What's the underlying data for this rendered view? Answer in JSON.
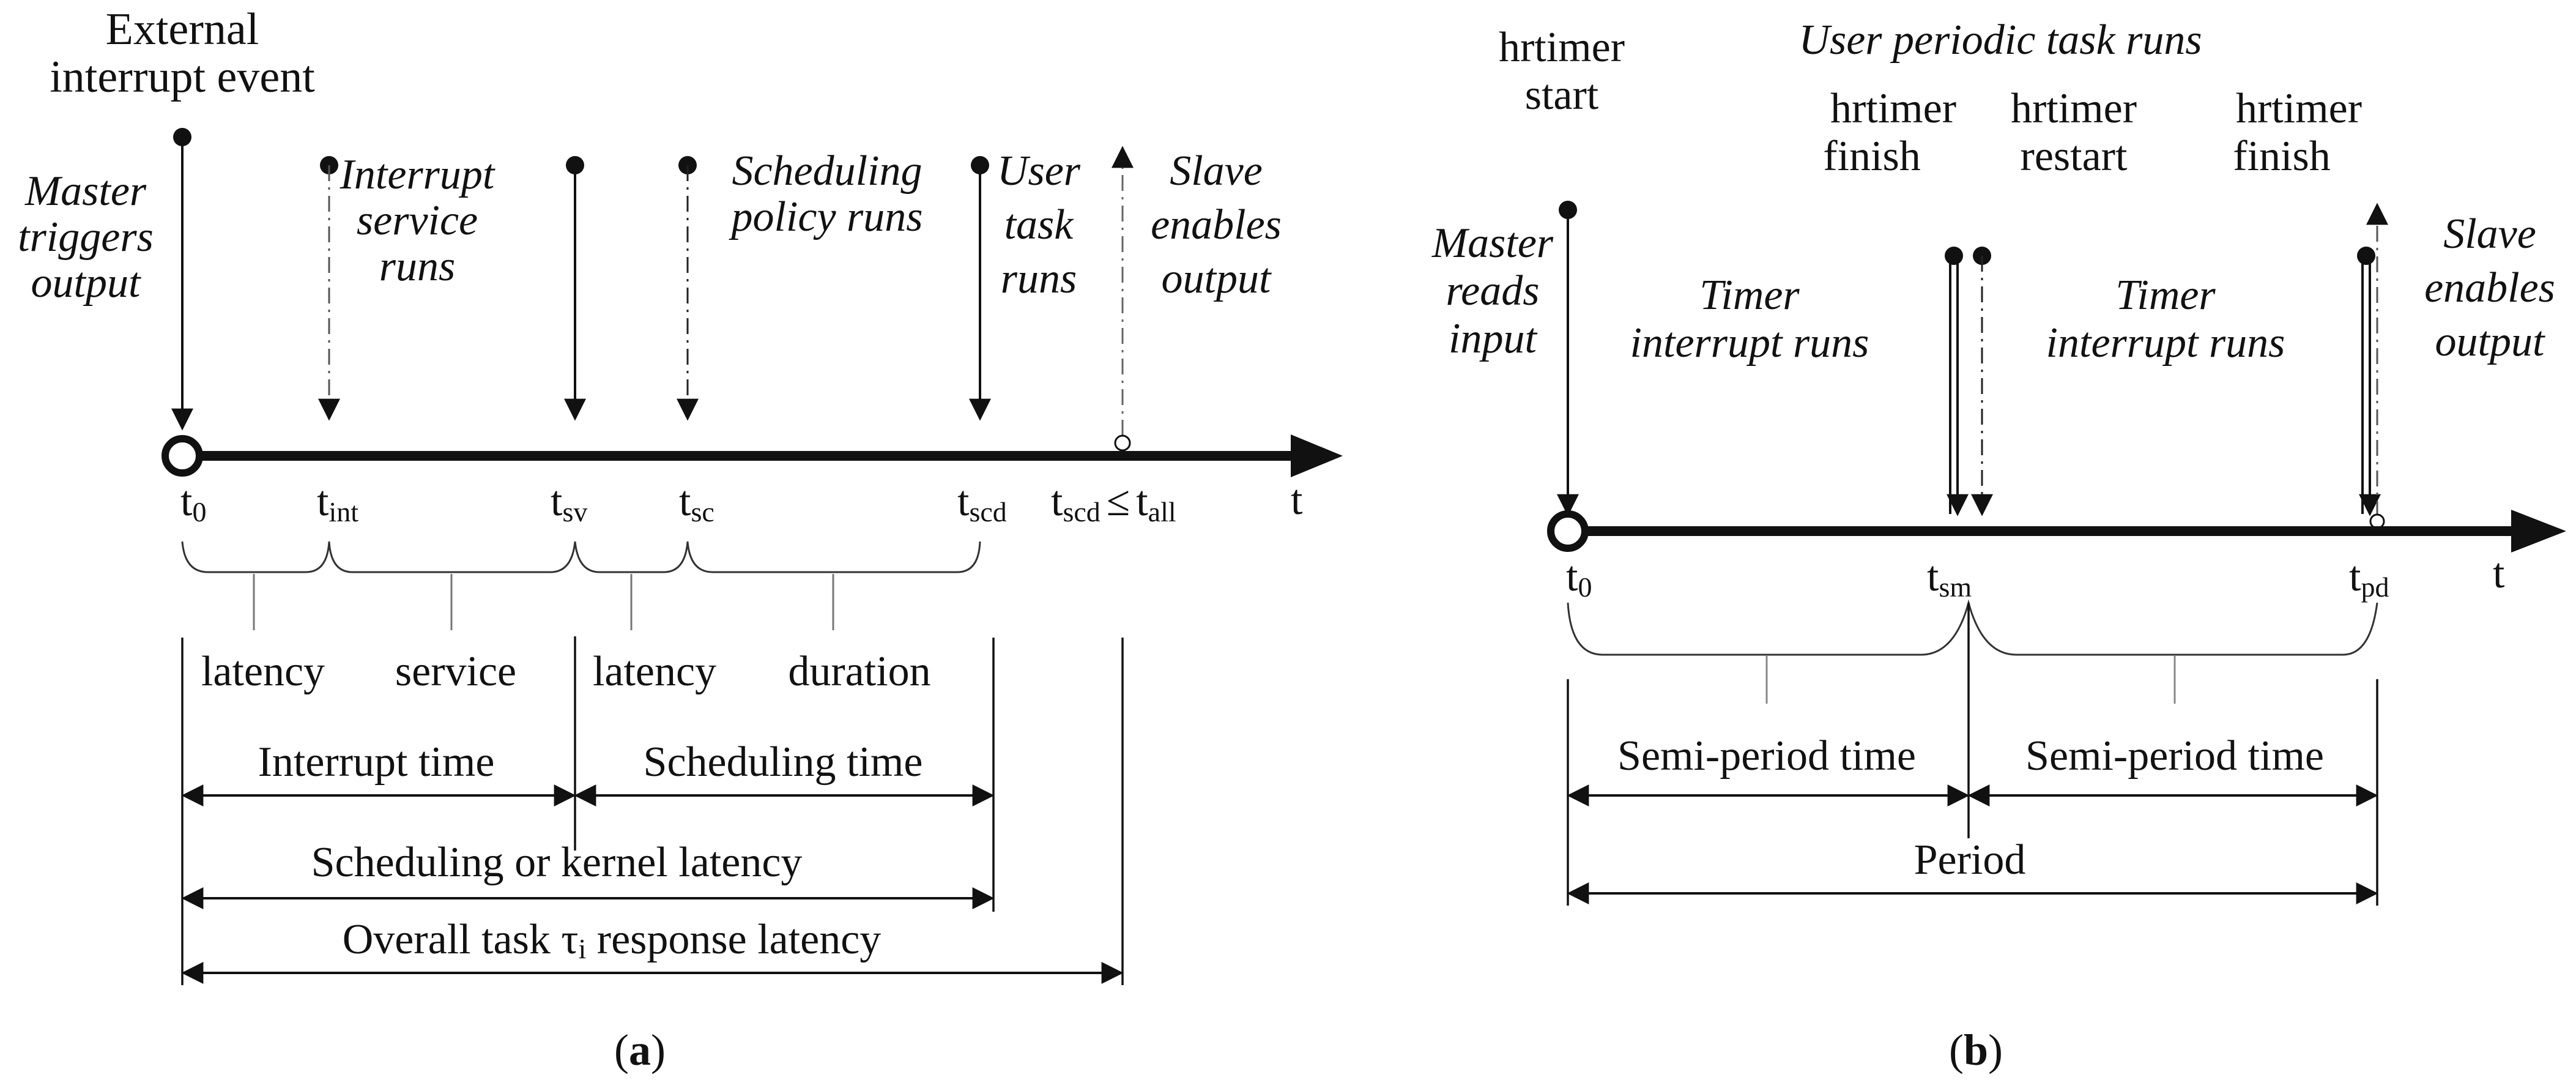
{
  "panel_a": {
    "caption_open": "(",
    "caption_letter": "a",
    "caption_close": ")",
    "axis_t": "t",
    "top_label": [
      "External",
      "interrupt event"
    ],
    "events": {
      "master_triggers": [
        "Master",
        "triggers",
        "output"
      ],
      "interrupt_service": [
        "Interrupt",
        "service",
        "runs"
      ],
      "scheduling_policy": [
        "Scheduling",
        "policy runs"
      ],
      "user_task": [
        "User",
        "task",
        "runs"
      ],
      "slave_enables": [
        "Slave",
        "enables",
        "output"
      ]
    },
    "ticks": {
      "t0": {
        "base": "t",
        "sub": "0"
      },
      "tint": {
        "base": "t",
        "sub": "int"
      },
      "tsv": {
        "base": "t",
        "sub": "sv"
      },
      "tsc": {
        "base": "t",
        "sub": "sc"
      },
      "tscd": {
        "base": "t",
        "sub": "scd"
      },
      "tall_lhs": {
        "base": "t",
        "sub": "scd"
      },
      "tall_op": "≤",
      "tall_rhs": {
        "base": "t",
        "sub": "all"
      }
    },
    "brace_labels": {
      "latency1": "latency",
      "service": "service",
      "latency2": "latency",
      "duration": "duration"
    },
    "spans": {
      "interrupt_time": "Interrupt time",
      "scheduling_time": "Scheduling time",
      "kernel_latency": "Scheduling or kernel latency",
      "overall": {
        "pre": "Overall task ",
        "tau": "τ",
        "tau_sub": "i",
        "post": " response latency"
      }
    }
  },
  "panel_b": {
    "caption_open": "(",
    "caption_letter": "b",
    "caption_close": ")",
    "axis_t": "t",
    "hrtimer_start": [
      "hrtimer",
      "start"
    ],
    "title_italic": "User periodic task runs",
    "hrtimer_finish1": [
      "hrtimer",
      "finish"
    ],
    "hrtimer_restart": [
      "hrtimer",
      "restart"
    ],
    "hrtimer_finish2": [
      "hrtimer",
      "finish"
    ],
    "master_reads": [
      "Master",
      "reads",
      "input"
    ],
    "timer_interrupt1": [
      "Timer",
      "interrupt runs"
    ],
    "timer_interrupt2": [
      "Timer",
      "interrupt runs"
    ],
    "slave_enables": [
      "Slave",
      "enables",
      "output"
    ],
    "ticks": {
      "t0": {
        "base": "t",
        "sub": "0"
      },
      "tsm": {
        "base": "t",
        "sub": "sm"
      },
      "tpd": {
        "base": "t",
        "sub": "pd"
      }
    },
    "spans": {
      "semi1": "Semi-period time",
      "semi2": "Semi-period time",
      "period": "Period"
    }
  }
}
